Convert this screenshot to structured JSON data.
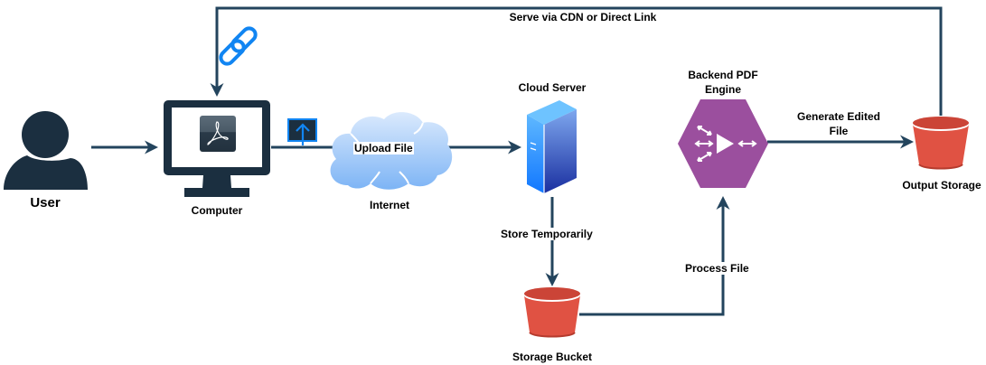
{
  "diagram": {
    "type": "architecture-flow",
    "colors": {
      "connector": "#23445d",
      "user_icon": "#1b2f40",
      "computer": "#1b2f40",
      "link_icon": "#1185f2",
      "upload_icon_fill": "#1b2f40",
      "upload_icon_accent": "#1185f2",
      "cloud_top": "#dbeafd",
      "cloud_bottom": "#7db4f5",
      "server_light": "#5fb8ff",
      "server_dark": "#1a2fa0",
      "engine": "#9b4f9e",
      "bucket": "#e05243",
      "bucket_dark": "#b53b2e"
    },
    "nodes": {
      "user": {
        "label": "User",
        "icon": "user-icon"
      },
      "computer": {
        "label": "Computer",
        "icon": "pdf-monitor-icon"
      },
      "internet": {
        "label": "Internet",
        "icon": "cloud-icon"
      },
      "cloud_server": {
        "label": "Cloud Server",
        "icon": "server-icon"
      },
      "storage_bucket": {
        "label": "Storage Bucket",
        "icon": "bucket-icon"
      },
      "engine": {
        "label_line1": "Backend PDF",
        "label_line2": "Engine",
        "icon": "engine-hexagon-icon"
      },
      "output_storage": {
        "label": "Output Storage",
        "icon": "bucket-icon"
      }
    },
    "edges": {
      "user_to_computer": {
        "from": "User",
        "to": "Computer",
        "label": ""
      },
      "upload": {
        "from": "Computer",
        "to": "Cloud Server",
        "label": "Upload File"
      },
      "store": {
        "from": "Cloud Server",
        "to": "Storage Bucket",
        "label": "Store Temporarily"
      },
      "process": {
        "from": "Storage Bucket",
        "to": "Backend PDF Engine",
        "label": "Process File"
      },
      "generate": {
        "from": "Backend PDF Engine",
        "to": "Output Storage",
        "label_line1": "Generate Edited",
        "label_line2": "File"
      },
      "serve": {
        "from": "Output Storage",
        "to": "Computer",
        "label": "Serve via CDN or Direct Link"
      }
    }
  }
}
